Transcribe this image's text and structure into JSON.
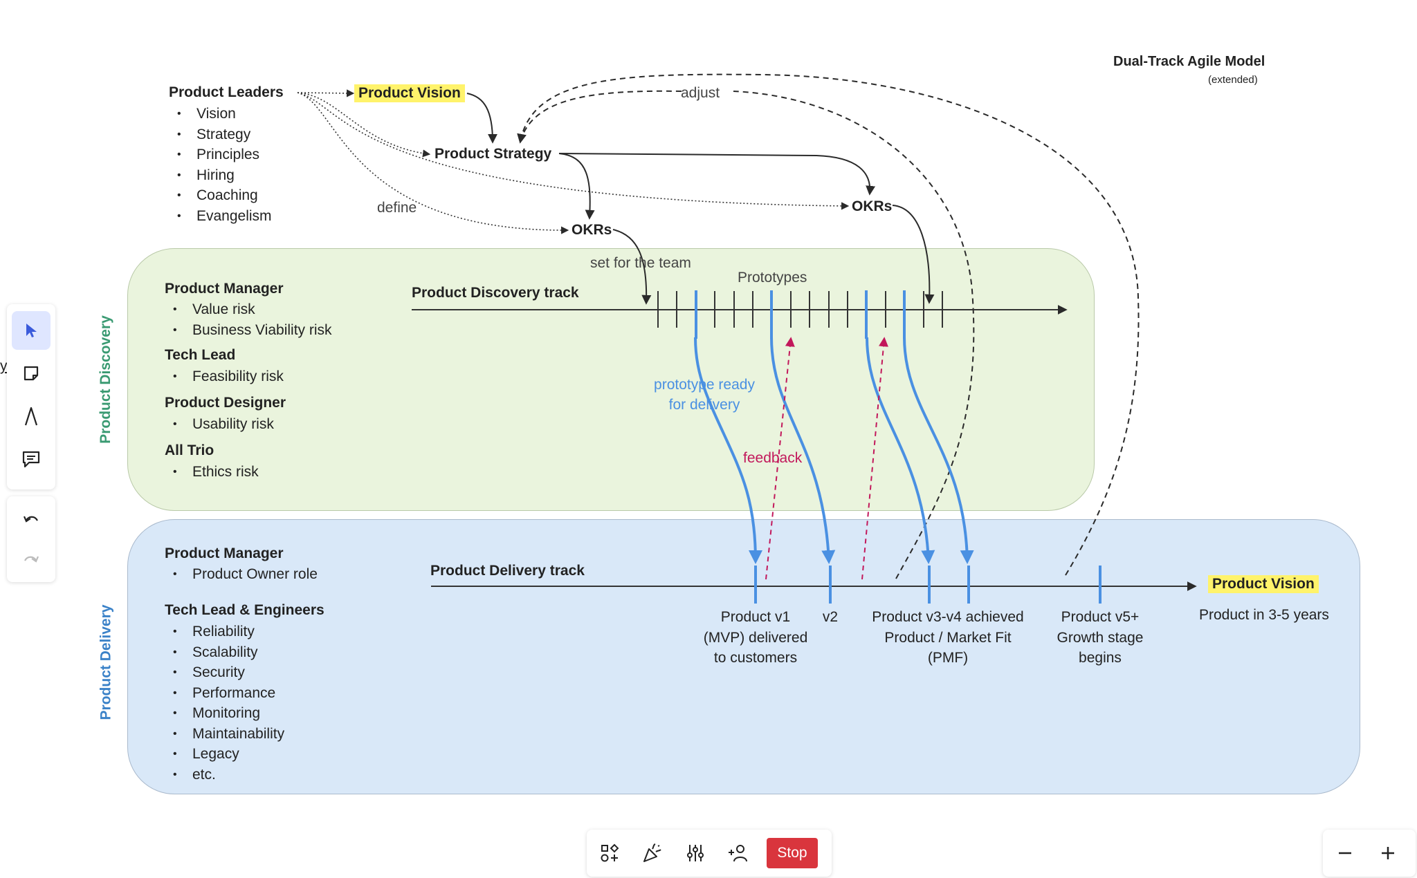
{
  "title": "Dual-Track Agile Model",
  "subtitle": "(extended)",
  "colors": {
    "discovery_lane": "#eaf4dd",
    "delivery_lane": "#d9e8f8",
    "highlight": "#fff36b",
    "blue": "#4a90e2",
    "feedback": "#c2185b",
    "stop": "#d9353d"
  },
  "leaders": {
    "heading": "Product Leaders",
    "items": [
      "Vision",
      "Strategy",
      "Principles",
      "Hiring",
      "Coaching",
      "Evangelism"
    ]
  },
  "top": {
    "product_vision": "Product Vision",
    "product_strategy": "Product Strategy",
    "okrs_1": "OKRs",
    "okrs_2": "OKRs",
    "define": "define",
    "adjust": "adjust",
    "set_for_team": "set for the team",
    "prototypes": "Prototypes"
  },
  "discovery": {
    "lane_title": "Product Discovery",
    "track_label": "Product Discovery track",
    "roles": [
      {
        "heading": "Product Manager",
        "items": [
          "Value risk",
          "Business Viability risk"
        ]
      },
      {
        "heading": "Tech Lead",
        "items": [
          "Feasibility risk"
        ]
      },
      {
        "heading": "Product Designer",
        "items": [
          "Usability risk"
        ]
      },
      {
        "heading": "All Trio",
        "items": [
          "Ethics risk"
        ]
      }
    ],
    "prototype_ready_1": "prototype ready",
    "prototype_ready_2": "for delivery",
    "feedback": "feedback"
  },
  "delivery": {
    "lane_title": "Product Delivery",
    "track_label": "Product Delivery track",
    "roles": [
      {
        "heading": "Product Manager",
        "items": [
          "Product Owner role"
        ]
      },
      {
        "heading": "Tech Lead & Engineers",
        "items": [
          "Reliability",
          "Scalability",
          "Security",
          "Performance",
          "Monitoring",
          "Maintainability",
          "Legacy",
          "etc."
        ]
      }
    ],
    "milestones": {
      "v1": [
        "Product v1",
        "(MVP) delivered",
        "to customers"
      ],
      "v2": [
        "v2"
      ],
      "v34": [
        "Product v3-v4 achieved",
        "Product / Market Fit",
        "(PMF)"
      ],
      "v5": [
        "Product v5+",
        "Growth stage",
        "begins"
      ]
    },
    "end_vision": "Product Vision",
    "end_caption": "Product in 3-5 years"
  },
  "edge_label": "y",
  "bottom_toolbar": {
    "stop_label": "Stop"
  }
}
